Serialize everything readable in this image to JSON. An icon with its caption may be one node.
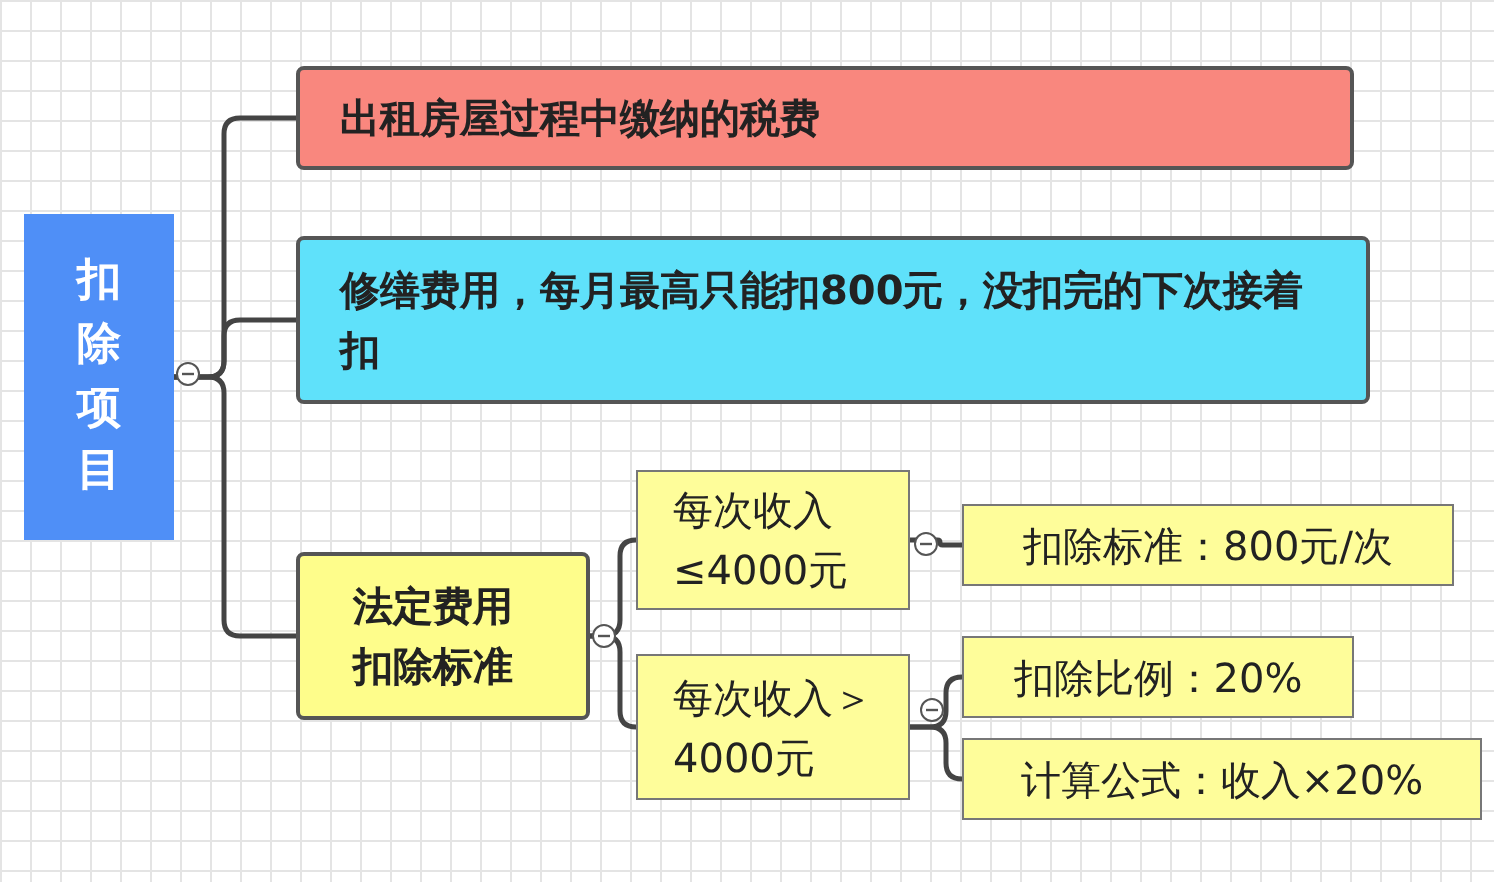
{
  "diagram": {
    "nodes": [
      {
        "text": [
          "扣除项目"
        ]
      },
      {
        "text": [
          "出租房屋过程中缴纳的税费"
        ]
      },
      {
        "text": [
          "修缮费用，每月最高只能扣800元，没扣完的下次接着扣"
        ]
      },
      {
        "text": [
          "法定费用扣除标准"
        ]
      },
      {
        "text": [
          "每次收入≤4000元"
        ]
      },
      {
        "text": [
          "每次收入＞4000元"
        ]
      },
      {
        "text": [
          "扣除标准：800元/次"
        ]
      },
      {
        "text": [
          "扣除比例：20%"
        ]
      },
      {
        "text": [
          "计算公式：收入×20%"
        ]
      }
    ],
    "edges": [
      {
        "from": 0,
        "to": 1,
        "arrow": "none"
      },
      {
        "from": 0,
        "to": 2,
        "arrow": "none"
      },
      {
        "from": 0,
        "to": 3,
        "arrow": "none"
      },
      {
        "from": 3,
        "to": 4,
        "arrow": "none"
      },
      {
        "from": 3,
        "to": 5,
        "arrow": "none"
      },
      {
        "from": 4,
        "to": 6,
        "arrow": "none"
      },
      {
        "from": 5,
        "to": 7,
        "arrow": "none"
      },
      {
        "from": 5,
        "to": 8,
        "arrow": "none"
      }
    ]
  }
}
